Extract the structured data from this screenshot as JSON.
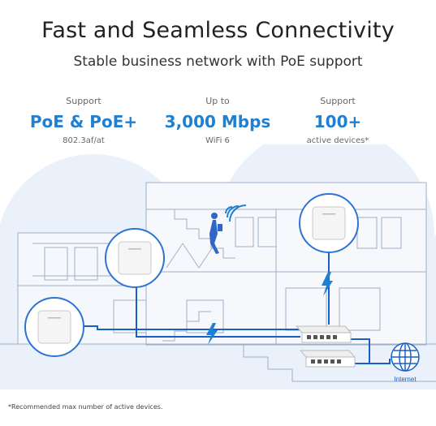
{
  "header": {
    "title": "Fast and Seamless Connectivity",
    "subtitle": "Stable business network with PoE support"
  },
  "stats": [
    {
      "top": "Support",
      "value": "PoE & PoE+",
      "sub": "802.3af/at"
    },
    {
      "top": "Up to",
      "value": "3,000 Mbps",
      "sub": "WiFi 6"
    },
    {
      "top": "Support",
      "value": "100+",
      "sub": "active devices*"
    }
  ],
  "illustration": {
    "internet_label": "Internet"
  },
  "footnote": "*Recommended max number of active devices.",
  "colors": {
    "accent": "#1f7fd1",
    "bubble": "#e9f1fb",
    "line": "#1a5fc8"
  },
  "icons": [
    "access-point-icon",
    "poe-switch-icon",
    "globe-icon",
    "lightning-icon",
    "wifi-signal-icon"
  ]
}
